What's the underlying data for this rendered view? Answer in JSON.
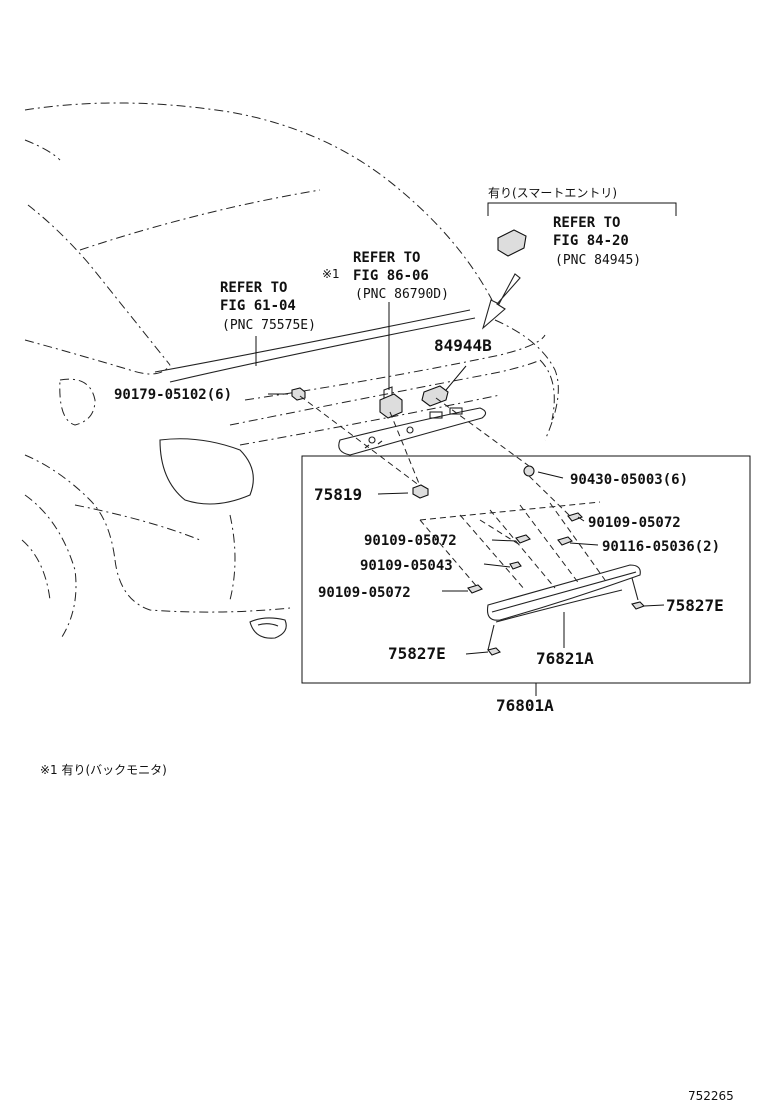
{
  "callouts": {
    "refer_a": {
      "line1": "REFER TO",
      "line2": "FIG 61-04",
      "line3": "(PNC 75575E)"
    },
    "refer_b": {
      "mark": "※1",
      "line1": "REFER TO",
      "line2": "FIG 86-06",
      "line3": "(PNC 86790D)"
    },
    "refer_c": {
      "header": "有り(スマートエントリ)",
      "line1": "REFER TO",
      "line2": "FIG 84-20",
      "line3": "(PNC 84945)"
    }
  },
  "parts": {
    "p84944B": "84944B",
    "p90179": "90179-05102(6)",
    "p90430": "90430-05003(6)",
    "p75819": "75819",
    "p90109_a": "90109-05072",
    "p90109_b": "90109-05072",
    "p90116": "90116-05036(2)",
    "p90109_043": "90109-05043",
    "p90109_c": "90109-05072",
    "p75827E_r": "75827E",
    "p75827E_l": "75827E",
    "p76821A": "76821A",
    "p76801A": "76801A"
  },
  "footnote": "※1 有り(バックモニタ)",
  "figure_id": "752265"
}
